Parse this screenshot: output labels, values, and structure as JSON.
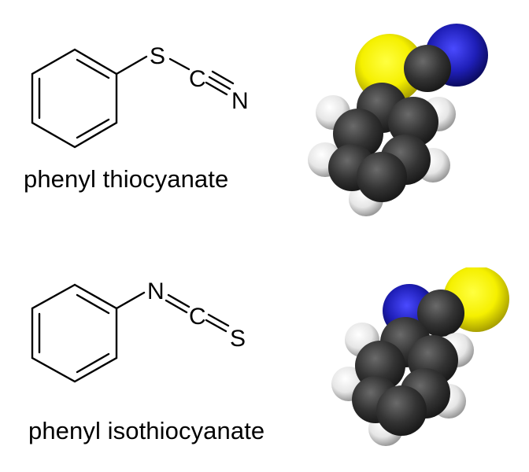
{
  "molecules": [
    {
      "name": "phenyl thiocyanate",
      "skeletal": {
        "ring": "benzene",
        "atoms": [
          "S",
          "C",
          "N"
        ],
        "bonds": [
          "ring-S single",
          "S-C single",
          "C-N triple"
        ]
      },
      "space_filling_model": {
        "atoms": [
          "S",
          "C",
          "N",
          "C6 ring",
          "H x5"
        ]
      }
    },
    {
      "name": "phenyl isothiocyanate",
      "skeletal": {
        "ring": "benzene",
        "atoms": [
          "N",
          "C",
          "S"
        ],
        "bonds": [
          "ring-N single",
          "N-C double",
          "C-S double"
        ]
      },
      "space_filling_model": {
        "atoms": [
          "N",
          "C",
          "S",
          "C6 ring",
          "H x5"
        ]
      }
    }
  ],
  "atom_colors": {
    "carbon": "#3a3a3a",
    "hydrogen": "#f2f2f2",
    "nitrogen": "#1f1fb8",
    "sulfur": "#f5f000"
  }
}
